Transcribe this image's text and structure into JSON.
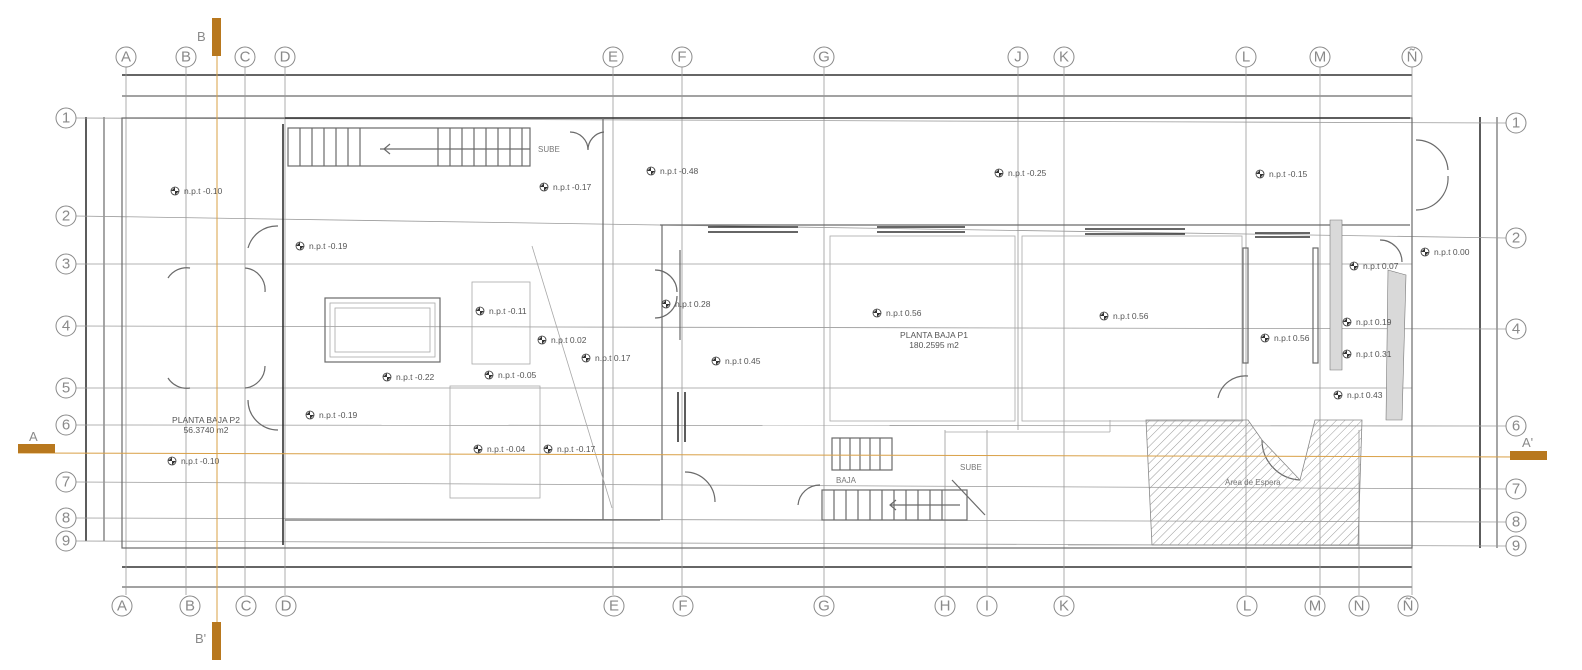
{
  "colors": {
    "cut_marker": "#b8781e",
    "cut_line": "#d9a046",
    "lines": "#8a8a8a"
  },
  "grid": {
    "cols_top": [
      "A",
      "B",
      "C",
      "D",
      "E",
      "F",
      "G",
      "J",
      "K",
      "L",
      "M",
      "Ñ"
    ],
    "cols_bottom": [
      "A",
      "B",
      "C",
      "D",
      "E",
      "F",
      "G",
      "H",
      "I",
      "K",
      "L",
      "M",
      "N",
      "Ñ"
    ],
    "rows_left": [
      "1",
      "2",
      "3",
      "4",
      "5",
      "6",
      "7",
      "8",
      "9"
    ],
    "rows_right": [
      "1",
      "2",
      "4",
      "6",
      "7",
      "8",
      "9"
    ]
  },
  "sections": {
    "a_left": "A",
    "a_right": "A'",
    "b_top": "B",
    "b_bottom": "B'"
  },
  "rooms": [
    {
      "name": "PLANTA BAJA P2",
      "area": "56.3740 m2"
    },
    {
      "name": "PLANTA BAJA P1",
      "area": "180.2595 m2"
    }
  ],
  "levels": [
    "n.p.t -0.10",
    "n.p.t -0.19",
    "n.p.t -0.22",
    "n.p.t -0.19",
    "n.p.t -0.10",
    "n.p.t -0.17",
    "n.p.t -0.11",
    "n.p.t 0.02",
    "n.p.t -0.05",
    "n.p.t 0.17",
    "n.p.t -0.04",
    "n.p.t -0.17",
    "n.p.t -0.48",
    "n.p.t 0.28",
    "n.p.t 0.45",
    "n.p.t 0.56",
    "n.p.t -0.25",
    "n.p.t 0.56",
    "n.p.t -0.15",
    "n.p.t 0.56",
    "n.p.t 0.07",
    "n.p.t 0.00",
    "n.p.t 0.19",
    "n.p.t 0.31",
    "n.p.t 0.43"
  ],
  "labels": {
    "stair_up_1": "SUBE",
    "stair_down": "BAJA",
    "stair_up_2": "SUBE",
    "hatched_area": "Área de Espera"
  }
}
